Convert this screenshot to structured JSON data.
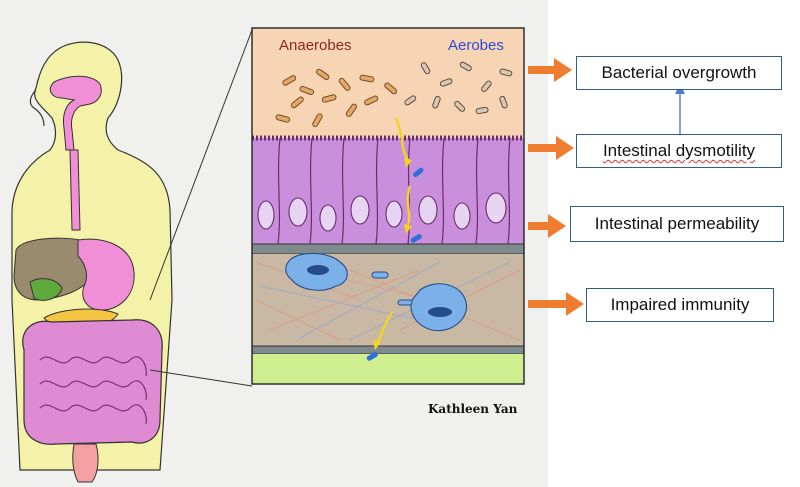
{
  "diagram": {
    "labels": {
      "anaerobes": "Anaerobes",
      "aerobes": "Aerobes",
      "credit": "Kathleen Yan"
    },
    "outcomes": [
      {
        "text": "Bacterial overgrowth"
      },
      {
        "text": "Intestinal dysmotility"
      },
      {
        "text": "Intestinal permeability"
      },
      {
        "text": "Impaired immunity"
      }
    ]
  },
  "colors": {
    "anaerobes_text": "#8b2a1e",
    "aerobes_text": "#2c4bd9",
    "arrow_orange": "#ee7d2f",
    "lumen": "#f7d4b3",
    "epithelium": "#c98fdc",
    "lamina": "#c9b9a4",
    "lymph": "#cfee8f",
    "body_outline": "#f3f2a8"
  }
}
